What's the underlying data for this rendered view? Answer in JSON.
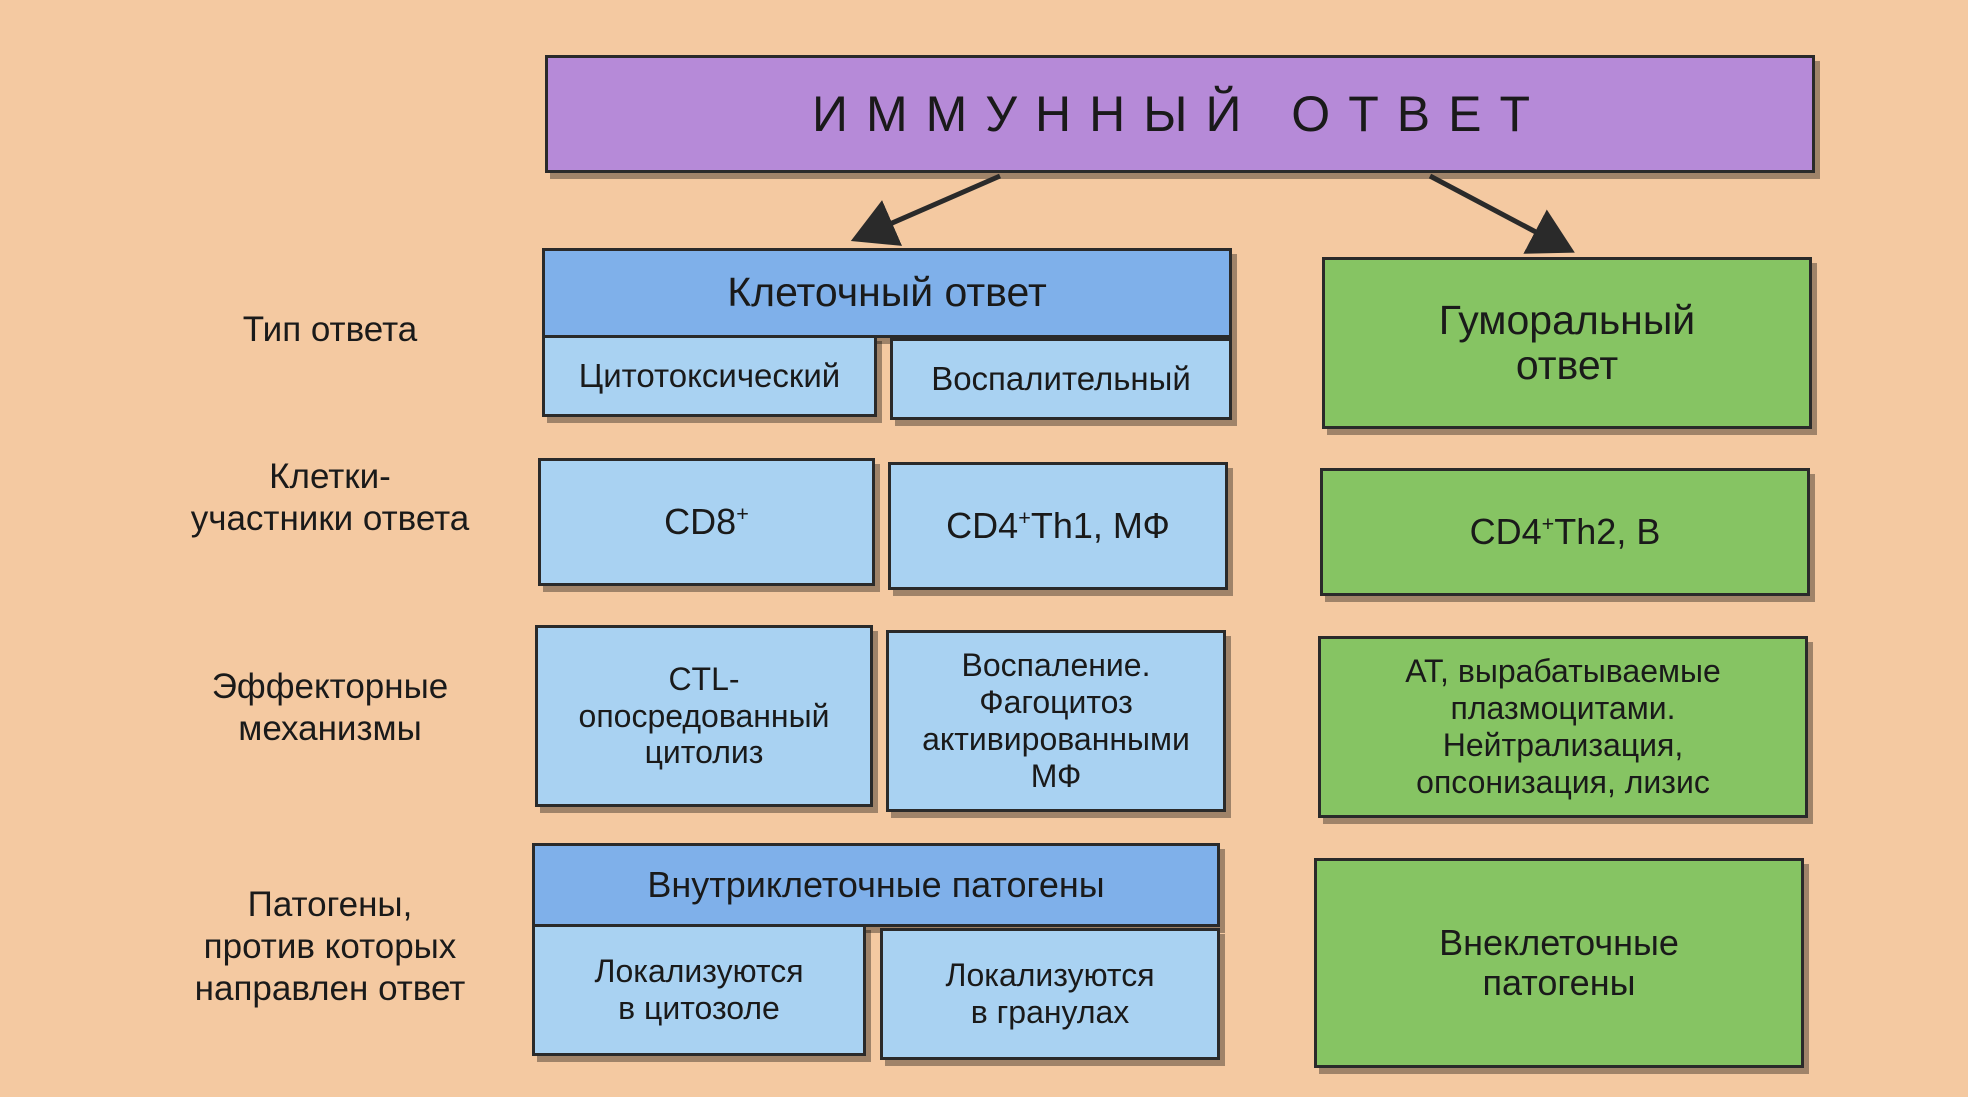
{
  "title": "ИММУННЫЙ ОТВЕТ",
  "row_labels": {
    "type": "Тип ответа",
    "cells_line1": "Клетки-",
    "cells_line2": "участники ответа",
    "effector_line1": "Эффекторные",
    "effector_line2": "механизмы",
    "pathogens_line1": "Патогены,",
    "pathogens_line2": "против которых",
    "pathogens_line3": "направлен ответ"
  },
  "cellular": {
    "header": "Клеточный ответ",
    "cytotoxic": "Цитотоксический",
    "inflammatory": "Воспалительный",
    "cd8_main": "CD8",
    "cd8_sup": "+",
    "cd4_main": "CD4",
    "cd4_sup": "+",
    "cd4_rest": "Th1, МФ",
    "ctl_line1": "CTL-",
    "ctl_line2": "опосредованный",
    "ctl_line3": "цитолиз",
    "infl_line1": "Воспаление.",
    "infl_line2": "Фагоцитоз",
    "infl_line3": "активированными",
    "infl_line4": "МФ",
    "pathogens_header": "Внутриклеточные патогены",
    "cytosol_line1": "Локализуются",
    "cytosol_line2": "в цитозоле",
    "granule_line1": "Локализуются",
    "granule_line2": "в гранулах"
  },
  "humoral": {
    "header_line1": "Гуморальный",
    "header_line2": "ответ",
    "cells_main": "CD4",
    "cells_sup": "+",
    "cells_rest": "Th2, B",
    "eff_line1": "АТ, вырабатываемые",
    "eff_line2": "плазмоцитами.",
    "eff_line3": "Нейтрализация,",
    "eff_line4": "опсонизация, лизис",
    "path_line1": "Внеклеточные",
    "path_line2": "патогены"
  },
  "colors": {
    "background": "#f4c9a1",
    "title_box": "#b68ad8",
    "cellular_header": "#7fb0ea",
    "cellular_cell": "#a9d2f2",
    "humoral": "#86c463"
  }
}
